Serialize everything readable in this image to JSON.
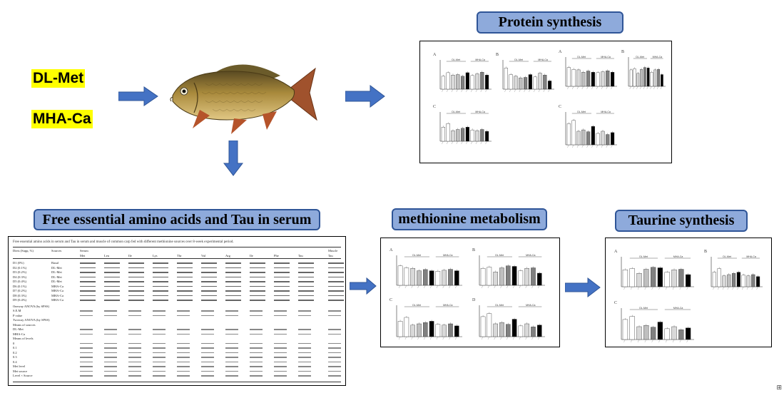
{
  "inputs": {
    "item1": "DL-Met",
    "item2": "MHA-Ca"
  },
  "boxes": {
    "protein": "Protein synthesis",
    "free_aa": "Free essential amino acids and Tau in serum",
    "methionine": "methionine metabolism",
    "taurine": "Taurine synthesis"
  },
  "table": {
    "caption": "Free essential amino acids in serum and Tau in serum and muscle of common carp fed with different methionine sources over 8-week experimental period.",
    "header_row1": [
      "Diets (Supp, %)",
      "Sources",
      "Serum",
      "Muscle"
    ],
    "header_row2": [
      "Met",
      "Leu",
      "Ile",
      "Lys",
      "Thr",
      "Val",
      "Arg",
      "Ile",
      "Phe",
      "Tau",
      "Tau"
    ],
    "diets": [
      "D1 (0%)",
      "D2 (0.1%)",
      "D3 (0.2%)",
      "D4 (0.3%)",
      "D5 (0.4%)",
      "D6 (0.1%)",
      "D7 (0.2%)",
      "D8 (0.3%)",
      "D9 (0.4%)"
    ],
    "sources": [
      "Basal",
      "DL-Met",
      "DL-Met",
      "DL-Met",
      "DL-Met",
      "MHA-Ca",
      "MHA-Ca",
      "MHA-Ca",
      "MHA-Ca"
    ],
    "stats_labels": [
      "Oneway ANOVA (by SPSS)",
      "S.E.M",
      "P value",
      "Twoway ANOVA (by SPSS)",
      "Means of sources",
      "DL-Met",
      "MHA-Ca",
      "Means of levels",
      "0",
      "0.1",
      "0.2",
      "0.3",
      "0.4",
      "Met level",
      "Met source",
      "Level × Source"
    ]
  },
  "panel_labels": {
    "protein": [
      "A",
      "B",
      "A",
      "B",
      "C",
      "C"
    ],
    "methionine": [
      "A",
      "B",
      "C",
      "D"
    ],
    "taurine": [
      "A",
      "B",
      "C"
    ]
  },
  "chart_groups": {
    "dl_met": "DL-Met",
    "mha_ca": "MHA-Ca"
  },
  "colors": {
    "box_fill": "#8eaadb",
    "box_border": "#2f5597",
    "arrow": "#4472c4",
    "highlight": "#ffff00"
  },
  "icons": [
    "carp-fish-image",
    "arrow-right-icon",
    "arrow-down-icon"
  ]
}
